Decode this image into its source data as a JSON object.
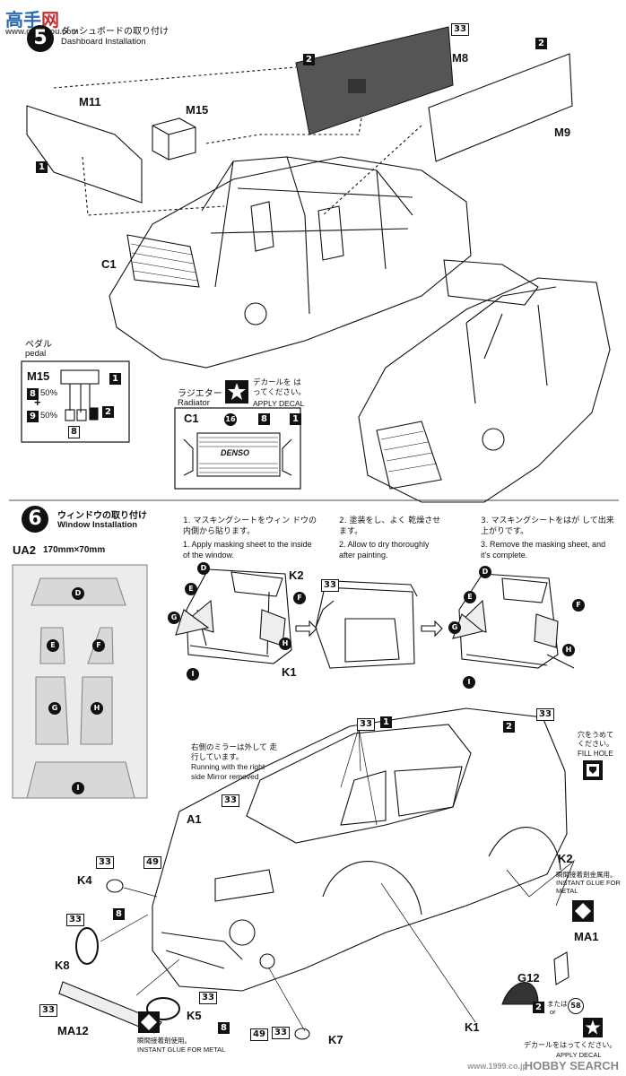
{
  "watermark": {
    "top_left_cn": "高手",
    "top_left_cn2": "网",
    "top_left_url": "www.gaoshou.com",
    "bottom_right_url": "www.1999.co.jp",
    "bottom_right_brand": "HOBBY SEARCH"
  },
  "step5": {
    "number": "5",
    "title_jp": "ダッシュボードの取り付け",
    "title_en": "Dashboard Installation",
    "parts": [
      "M11",
      "M15",
      "M8",
      "M9",
      "C1"
    ],
    "color_marks": [
      "1",
      "2",
      "33"
    ],
    "pedal": {
      "title_jp": "ペダル",
      "title_en": "pedal",
      "part": "M15",
      "mix_a": "8",
      "mix_a_pct": "50%",
      "plus": "+",
      "mix_b": "9",
      "mix_b_pct": "50%",
      "color_1": "1",
      "color_2": "2",
      "color_8": "8"
    },
    "radiator": {
      "title_jp": "ラジエター",
      "title_en": "Radiator",
      "decal_jp": "デカールを はってください。",
      "decal_en": "APPLY DECAL",
      "part": "C1",
      "decal_no": "16",
      "color_8": "8",
      "color_1": "1",
      "brand": "DENSO"
    }
  },
  "step6": {
    "number": "6",
    "title_jp": "ウィンドウの取り付け",
    "title_en": "Window Installation",
    "sheet": {
      "part": "UA2",
      "size": "170mm×70mm",
      "pieces": [
        "D",
        "E",
        "F",
        "G",
        "H",
        "I"
      ]
    },
    "instructions": [
      {
        "jp": "1. マスキングシートをウィン ドウの内側から貼ります。",
        "en": "1. Apply masking sheet to the inside of the window."
      },
      {
        "jp": "2. 塗装をし、よく 乾燥させます。",
        "en": "2. Allow to dry thoroughly after painting."
      },
      {
        "jp": "3. マスキングシートをはが して出来上がりです。",
        "en": "3. Remove the masking sheet, and it's complete."
      }
    ],
    "window_labels": [
      "D",
      "K2",
      "E",
      "F",
      "G",
      "H",
      "I",
      "K1"
    ],
    "color_33": "33"
  },
  "body_assembly": {
    "parts": [
      "A1",
      "K4",
      "K8",
      "MA12",
      "K5",
      "K7",
      "K1",
      "K2",
      "G12",
      "MA1"
    ],
    "colors": [
      "1",
      "2",
      "33",
      "49",
      "8",
      "58"
    ],
    "mirror_note_jp": "右側のミラーは外して 走行しています。",
    "mirror_note_en": "Running with the right side Mirror removed",
    "fill_hole_jp": "穴をうめて ください。",
    "fill_hole_en": "FILL HOLE",
    "glue_jp": "瞬間接着剤使用。",
    "glue_en": "INSTANT GLUE FOR METAL",
    "glue_metal_jp": "瞬間接着剤金属用。",
    "glue_metal_en": "INSTANT GLUE FOR METAL",
    "or_jp": "または",
    "or_en": "or",
    "decal_jp": "デカールをはってください。",
    "decal_en": "APPLY DECAL"
  },
  "colors": {
    "ink": "#111111",
    "paper": "#ffffff",
    "panel_gray": "#555555",
    "sheet_gray": "#d8d8d8"
  }
}
